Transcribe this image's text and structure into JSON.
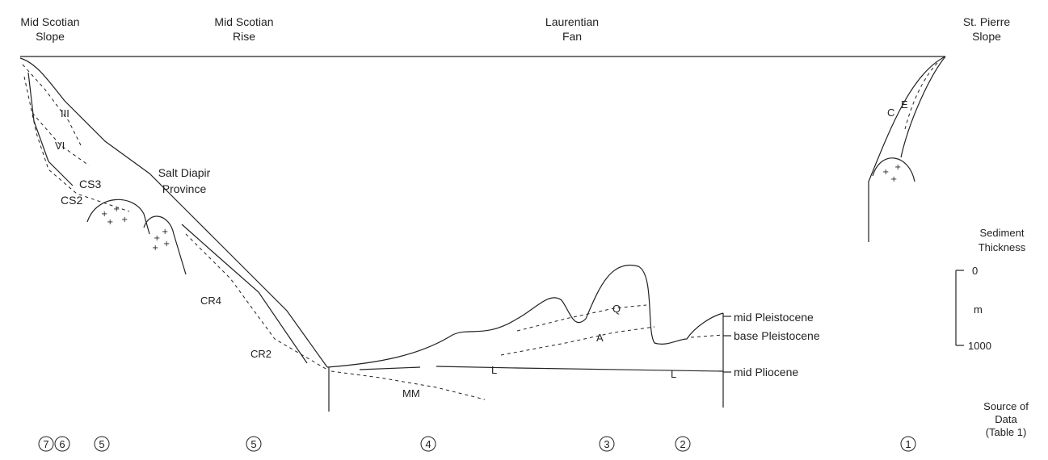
{
  "regions": {
    "mid_scotian_slope": [
      "Mid Scotian",
      "Slope"
    ],
    "mid_scotian_rise": [
      "Mid Scotian",
      "Rise"
    ],
    "laurentian_fan": [
      "Laurentian",
      "Fan"
    ],
    "st_pierre_slope": [
      "St. Pierre",
      "Slope"
    ]
  },
  "features": {
    "salt_diapir": [
      "Salt Diapir",
      "Province"
    ]
  },
  "unit_labels": {
    "III": "III",
    "VI": "VI",
    "CS3": "CS3",
    "CS2": "CS2",
    "CR4": "CR4",
    "CR2": "CR2",
    "MM": "MM",
    "L1": "L",
    "L2": "L",
    "Q": "Q",
    "A": "A",
    "C": "C",
    "E": "E"
  },
  "horizons": {
    "mid_pleistocene": "mid Pleistocene",
    "base_pleistocene": "base Pleistocene",
    "mid_pliocene": "mid Pliocene"
  },
  "scale": {
    "title": [
      "Sediment",
      "Thickness"
    ],
    "top": "0",
    "unit": "m",
    "bottom": "1000"
  },
  "source": {
    "title": [
      "Source of",
      "Data",
      "(Table 1)"
    ],
    "markers": [
      "7",
      "6",
      "5",
      "5",
      "4",
      "3",
      "2",
      "1"
    ]
  },
  "colors": {
    "ink": "#222222",
    "background": "#ffffff"
  }
}
